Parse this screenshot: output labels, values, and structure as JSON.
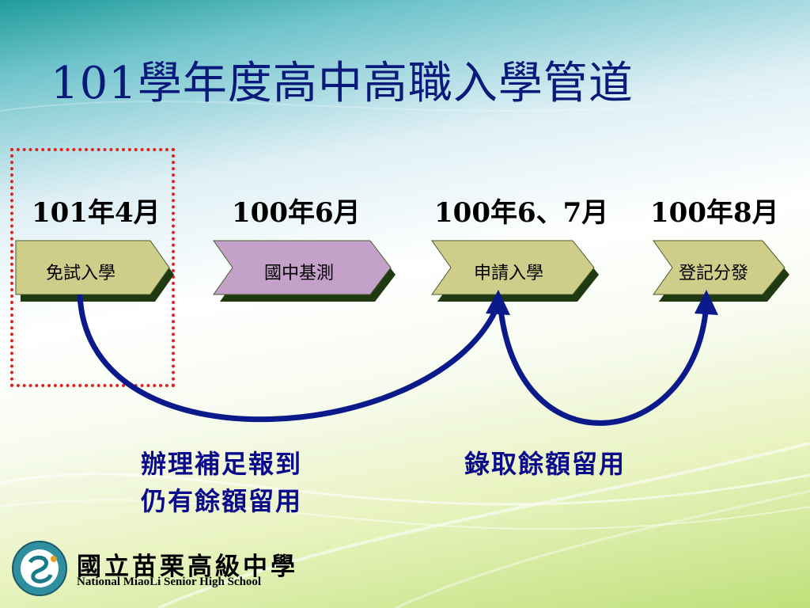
{
  "title": "101學年度高中高職入學管道",
  "steps": [
    {
      "date": "101年4月",
      "label": "免試入學",
      "color": "#cfcd8a"
    },
    {
      "date": "100年6月",
      "label": "國中基測",
      "color": "#c3a1c9"
    },
    {
      "date": "100年6、7月",
      "label": "申請入學",
      "color": "#cfcd8a"
    },
    {
      "date": "100年8月",
      "label": "登記分發",
      "color": "#cfcd8a"
    }
  ],
  "notes": {
    "line1": "辦理補足報到",
    "line2": "仍有餘額留用",
    "right": "錄取餘額留用"
  },
  "colors": {
    "title": "#0a1a7a",
    "arrow": "#0a1a8a",
    "highlight_border": "#e22020",
    "step_shadow": "#1f3a10"
  },
  "footer": {
    "school_name": "國立苗栗高級中學",
    "school_name_en": "National MiaoLi Senior High School",
    "logo_icon": "school-logo-icon"
  }
}
